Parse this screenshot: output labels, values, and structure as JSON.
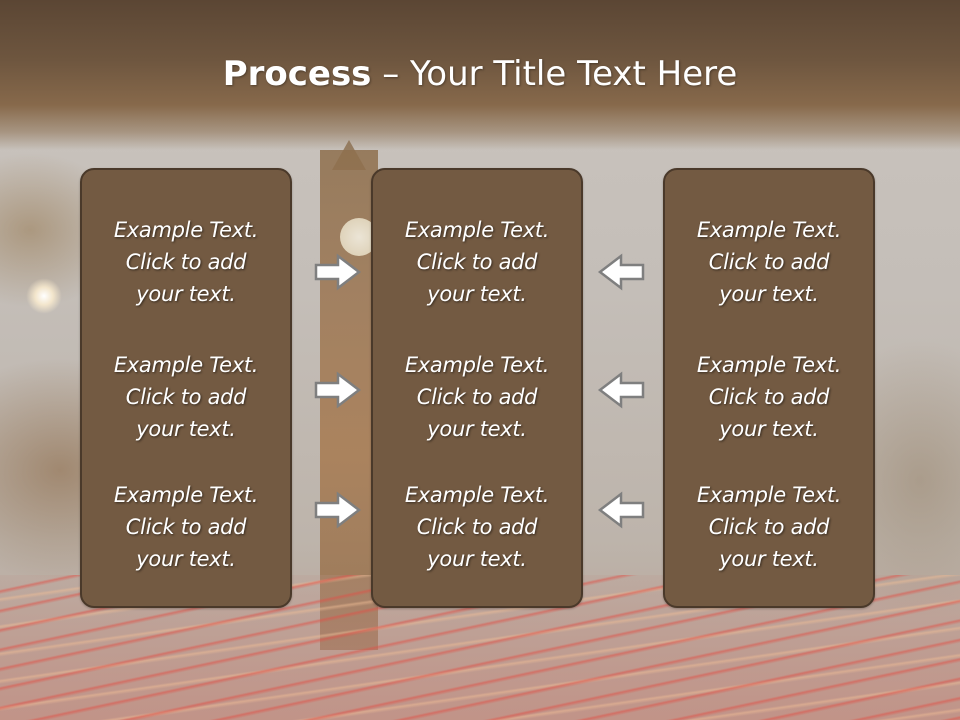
{
  "slide": {
    "title_bold": "Process",
    "title_rest": " – Your Title Text Here"
  },
  "columns": [
    {
      "items": [
        {
          "line1": "Example Text.",
          "line2": "Click  to add",
          "line3": "your text."
        },
        {
          "line1": "Example Text.",
          "line2": "Click  to add",
          "line3": "your text."
        },
        {
          "line1": "Example Text.",
          "line2": "Click  to add",
          "line3": "your text."
        }
      ]
    },
    {
      "items": [
        {
          "line1": "Example Text.",
          "line2": "Click  to add",
          "line3": "your text."
        },
        {
          "line1": "Example Text.",
          "line2": "Click  to add",
          "line3": "your text."
        },
        {
          "line1": "Example Text.",
          "line2": "Click  to add",
          "line3": "your text."
        }
      ]
    },
    {
      "items": [
        {
          "line1": "Example Text.",
          "line2": "Click  to add",
          "line3": "your text."
        },
        {
          "line1": "Example Text.",
          "line2": "Click  to add",
          "line3": "your text."
        },
        {
          "line1": "Example Text.",
          "line2": "Click  to add",
          "line3": "your text."
        }
      ]
    }
  ],
  "arrows": {
    "left_to_mid": [
      "right-arrow-icon",
      "right-arrow-icon",
      "right-arrow-icon"
    ],
    "right_to_mid": [
      "left-arrow-icon",
      "left-arrow-icon",
      "left-arrow-icon"
    ]
  },
  "colors": {
    "card_fill": "#735a42",
    "card_border": "#4a392a",
    "header": "#6e563f",
    "text": "#ffffff",
    "arrow_fill": "#ffffff",
    "arrow_stroke": "#7f7f7f"
  }
}
